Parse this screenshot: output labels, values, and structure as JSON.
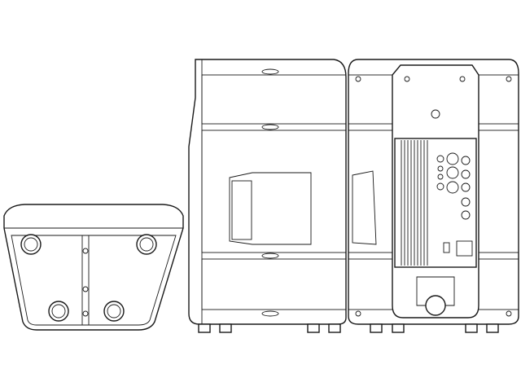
{
  "colors": {
    "line": "#1a1a1a",
    "background": "#ffffff"
  },
  "views": [
    "bottom-view",
    "side-view",
    "rear-view"
  ]
}
